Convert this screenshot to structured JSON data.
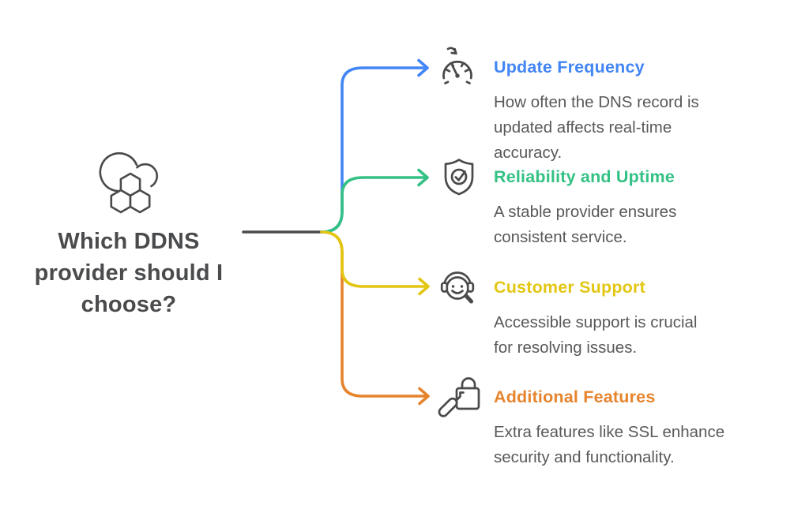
{
  "diagram": {
    "title": "Which DDNS\nprovider should I\nchoose?",
    "root_icon": "cloud-hexagons-icon",
    "type": "mindmap-branch-diagram"
  },
  "colors": {
    "ink": "#4a4a4a",
    "heading": "#4a4b4d",
    "body_text": "#58595b",
    "background": "#ffffff"
  },
  "branches": [
    {
      "icon": "gauge-icon",
      "title": "Update Frequency",
      "description": "How often the DNS record is\nupdated affects real-time\naccuracy.",
      "color": "#4285f4"
    },
    {
      "icon": "shield-check-icon",
      "title": "Reliability and Uptime",
      "description": "A stable provider ensures\nconsistent service.",
      "color": "#34c184"
    },
    {
      "icon": "headset-search-icon",
      "title": "Customer Support",
      "description": "Accessible support is crucial\nfor resolving issues.",
      "color": "#e3c612"
    },
    {
      "icon": "lock-search-icon",
      "title": "Additional Features",
      "description": "Extra features like SSL enhance\nsecurity and functionality.",
      "color": "#e6842d"
    }
  ]
}
